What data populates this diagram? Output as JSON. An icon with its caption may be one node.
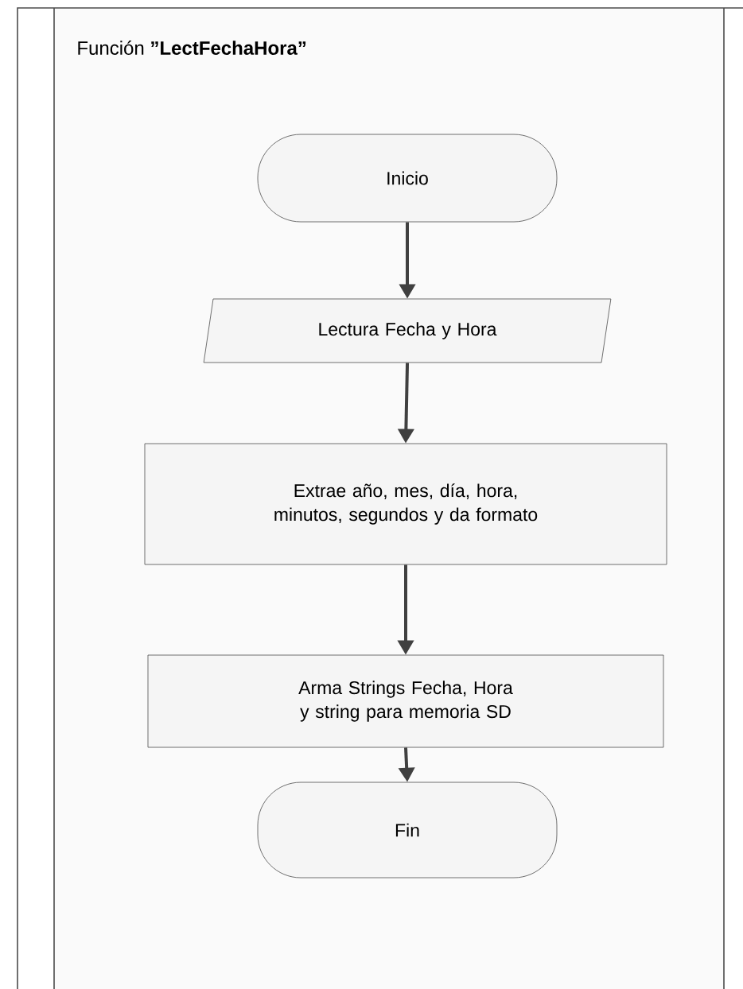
{
  "diagram": {
    "title": "Función **”LectFechaHora”**",
    "nodes": [
      {
        "text": [
          "Inicio"
        ]
      },
      {
        "text": [
          "Lectura Fecha y Hora"
        ]
      },
      {
        "text": [
          "Extrae año, mes, día, hora, minutos, segundos y da formato"
        ]
      },
      {
        "text": [
          "Arma Strings Fecha, Hora y string para memoria SD"
        ]
      },
      {
        "text": [
          "Fin"
        ]
      }
    ],
    "edges": [
      {
        "from": 0,
        "to": 1,
        "arrow": "to"
      },
      {
        "from": 1,
        "to": 2,
        "arrow": "to"
      },
      {
        "from": 2,
        "to": 3,
        "arrow": "to"
      },
      {
        "from": 3,
        "to": 4,
        "arrow": "to"
      }
    ]
  }
}
